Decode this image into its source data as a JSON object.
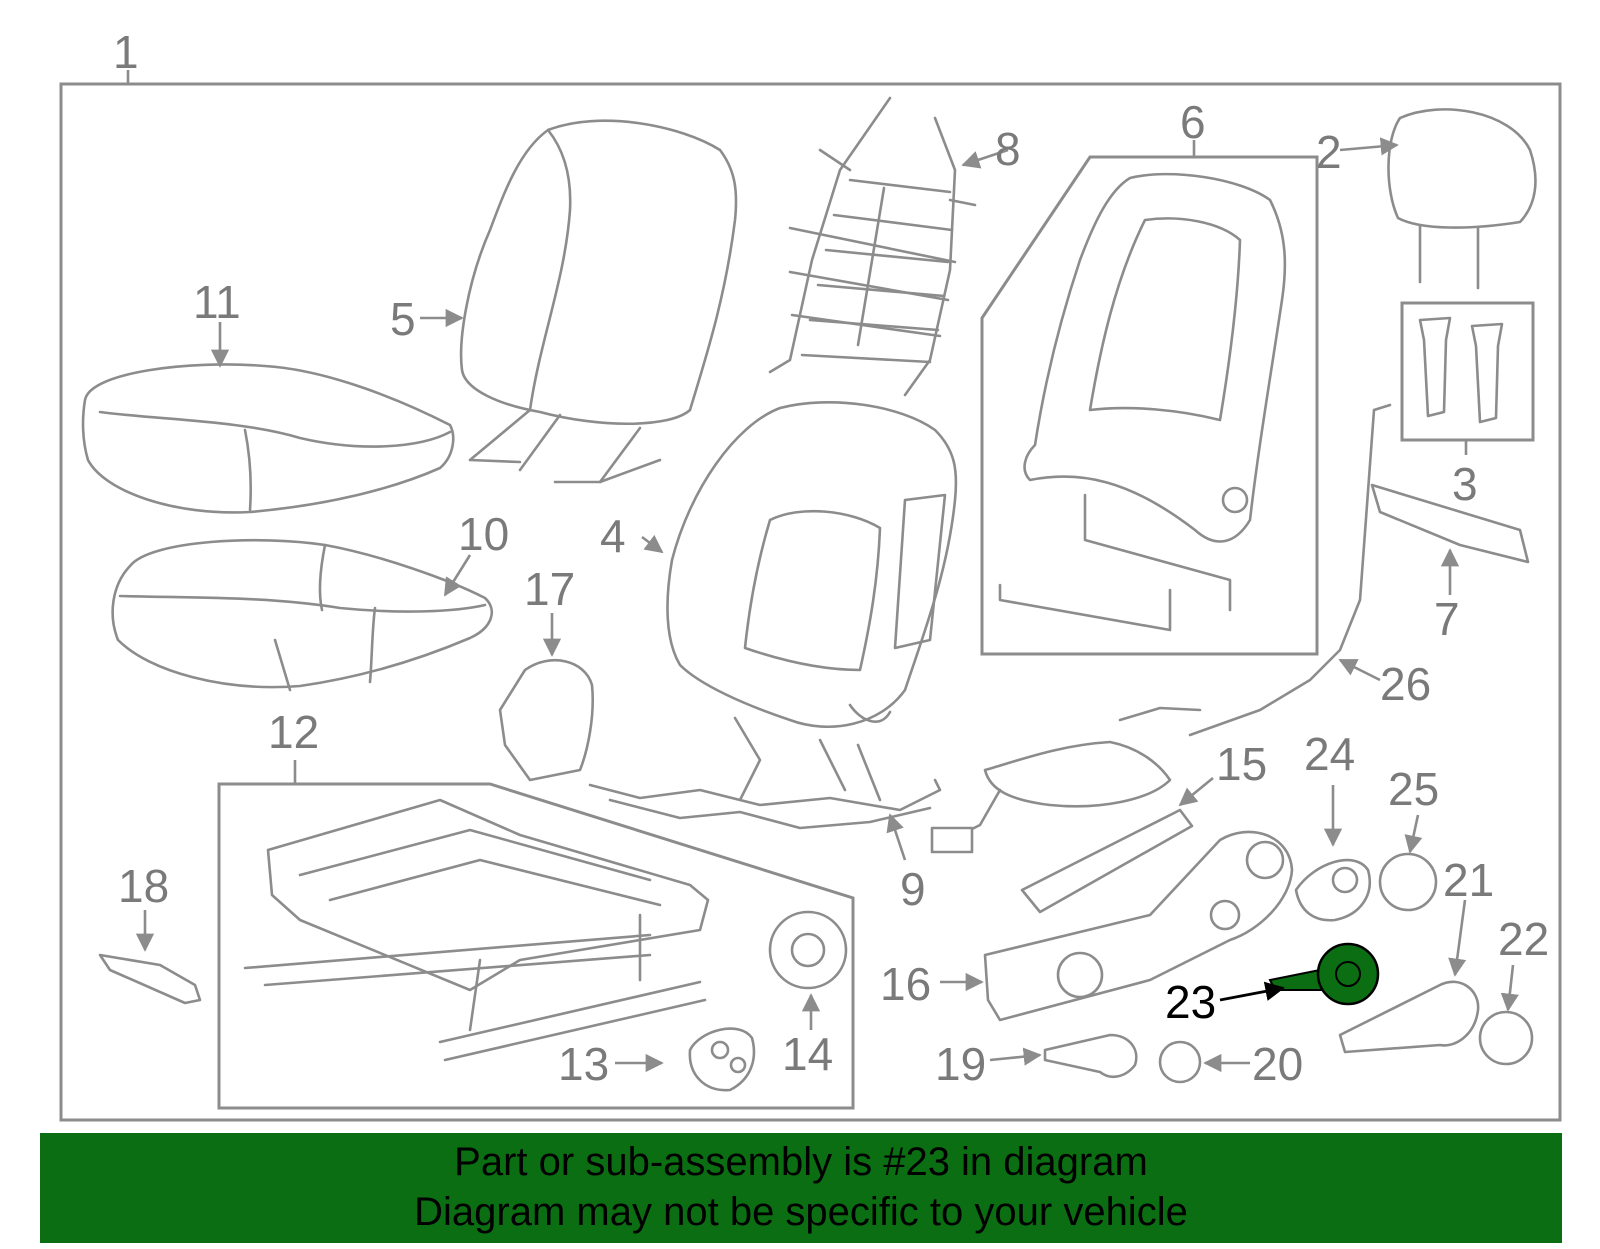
{
  "diagram": {
    "highlight_color": "#0c6e12",
    "line_color": "#8c8c8c",
    "highlighted_callout": "23",
    "callouts": [
      "1",
      "2",
      "3",
      "4",
      "5",
      "6",
      "7",
      "8",
      "9",
      "10",
      "11",
      "12",
      "13",
      "14",
      "15",
      "16",
      "17",
      "18",
      "19",
      "20",
      "21",
      "22",
      "23",
      "24",
      "25",
      "26"
    ]
  },
  "banner": {
    "line1": "Part or sub-assembly is #23 in diagram",
    "line2": "Diagram may not be specific to your vehicle"
  }
}
